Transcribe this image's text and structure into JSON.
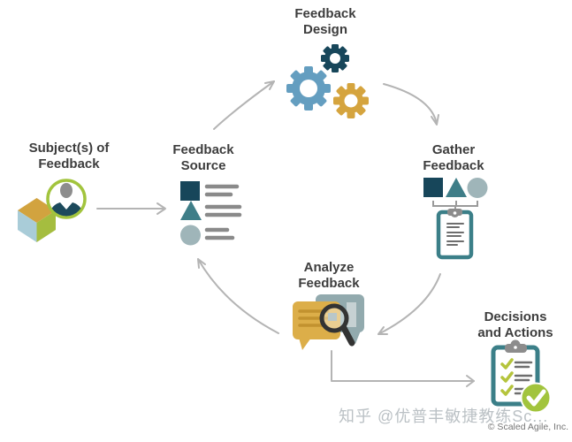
{
  "nodes": {
    "feedback_design": {
      "line1": "Feedback",
      "line2": "Design"
    },
    "subject_of_feedback": {
      "line1": "Subject(s) of",
      "line2": "Feedback"
    },
    "feedback_source": {
      "line1": "Feedback",
      "line2": "Source"
    },
    "gather_feedback": {
      "line1": "Gather",
      "line2": "Feedback"
    },
    "analyze_feedback": {
      "line1": "Analyze",
      "line2": "Feedback"
    },
    "decisions_and_actions": {
      "line1": "Decisions",
      "line2": "and Actions"
    }
  },
  "watermark": {
    "social": "知乎 @优普丰敏捷教练Sc...",
    "copyright": "© Scaled Agile, Inc."
  },
  "icons": {
    "feedback_design": "gears-icon",
    "subject_of_feedback": "cube-and-person-icon",
    "feedback_source": "categorized-list-icon",
    "gather_feedback": "shapes-to-clipboard-icon",
    "analyze_feedback": "speech-bubbles-magnifier-icon",
    "decisions_and_actions": "checklist-clipboard-icon"
  },
  "colors": {
    "dark_teal": "#17465a",
    "steel_blue": "#649ec0",
    "gold": "#d5a43e",
    "teal": "#3f7e88",
    "gray_blue": "#9fb5b9",
    "lime_green": "#a2c43d",
    "clipboard_teal": "#3b7f88",
    "line_gray": "#8a8a8a",
    "arrow_gray": "#b4b4b4",
    "label_text": "#3d3d3d"
  }
}
